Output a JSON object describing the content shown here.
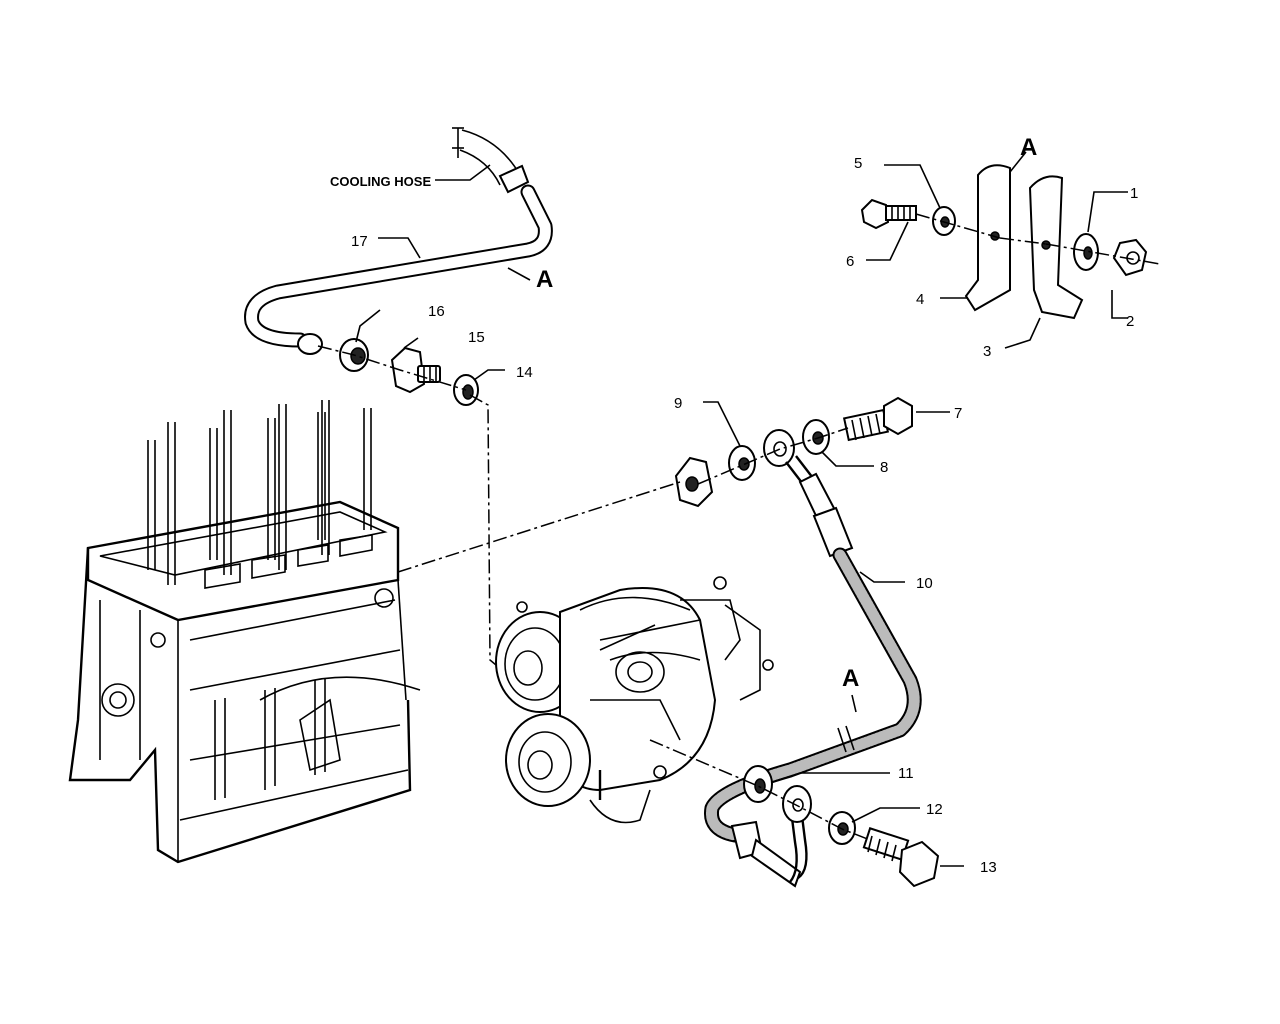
{
  "labels": {
    "cooling_hose": "COOLING HOSE",
    "a_top_bracket": "A",
    "a_top_pipe": "A",
    "a_lower_pipe": "A",
    "n1": "1",
    "n2": "2",
    "n3": "3",
    "n4": "4",
    "n5": "5",
    "n6": "6",
    "n7": "7",
    "n8": "8",
    "n9": "9",
    "n10": "10",
    "n11": "11",
    "n12": "12",
    "n13": "13",
    "n14": "14",
    "n15": "15",
    "n16": "16",
    "n17": "17"
  }
}
